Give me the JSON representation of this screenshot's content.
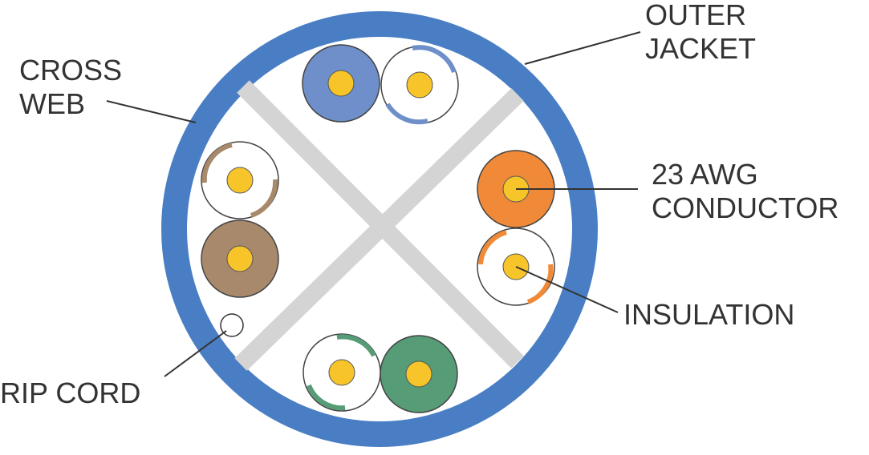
{
  "labels": {
    "cross_web": [
      "CROSS",
      "WEB"
    ],
    "outer_jacket": [
      "OUTER",
      "JACKET"
    ],
    "conductor": [
      "23 AWG",
      "CONDUCTOR"
    ],
    "insulation": "INSULATION",
    "rip_cord": "RIP CORD"
  },
  "colors": {
    "jacket": "#4a7ec4",
    "cross_web": "#d4d4d4",
    "conductor": "#f7c52a",
    "blue": "#6e8fc9",
    "orange": "#f08a38",
    "brown": "#a8896c",
    "green": "#569c76",
    "leader": "#333333"
  },
  "pairs": [
    {
      "name": "blue-pair",
      "solid": "blue",
      "striped": "blue-white"
    },
    {
      "name": "orange-pair",
      "solid": "orange",
      "striped": "orange-white"
    },
    {
      "name": "brown-pair",
      "solid": "brown",
      "striped": "brown-white"
    },
    {
      "name": "green-pair",
      "solid": "green",
      "striped": "green-white"
    }
  ]
}
